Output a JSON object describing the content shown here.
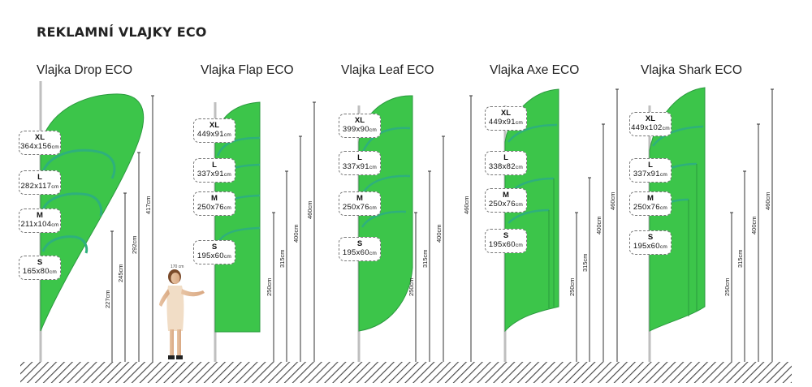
{
  "page": {
    "title": "REKLAMNÍ VLAJKY ECO"
  },
  "person": {
    "height_label": "170 cm"
  },
  "colors": {
    "flag_fill": "#3cc54a",
    "flag_edge": "#2a9a3e",
    "hem": "#2eb07c",
    "ground_hatch": "#444444"
  },
  "flags": [
    {
      "name": "Vlajka Drop ECO",
      "sizes": [
        {
          "size": "XL",
          "dim": "364x156",
          "unit": "cm"
        },
        {
          "size": "L",
          "dim": "282x117",
          "unit": "cm"
        },
        {
          "size": "M",
          "dim": "211x104",
          "unit": "cm"
        },
        {
          "size": "S",
          "dim": "165x80",
          "unit": "cm"
        }
      ],
      "heights": [
        "227cm",
        "245cm",
        "292cm",
        "417cm"
      ]
    },
    {
      "name": "Vlajka Flap ECO",
      "sizes": [
        {
          "size": "XL",
          "dim": "449x91",
          "unit": "cm"
        },
        {
          "size": "L",
          "dim": "337x91",
          "unit": "cm"
        },
        {
          "size": "M",
          "dim": "250x76",
          "unit": "cm"
        },
        {
          "size": "S",
          "dim": "195x60",
          "unit": "cm"
        }
      ],
      "heights": [
        "250cm",
        "315cm",
        "400cm",
        "460cm"
      ]
    },
    {
      "name": "Vlajka Leaf ECO",
      "sizes": [
        {
          "size": "XL",
          "dim": "399x90",
          "unit": "cm"
        },
        {
          "size": "L",
          "dim": "337x91",
          "unit": "cm"
        },
        {
          "size": "M",
          "dim": "250x76",
          "unit": "cm"
        },
        {
          "size": "S",
          "dim": "195x60",
          "unit": "cm"
        }
      ],
      "heights": [
        "250cm",
        "315cm",
        "400cm",
        "460cm"
      ]
    },
    {
      "name": "Vlajka Axe ECO",
      "sizes": [
        {
          "size": "XL",
          "dim": "449x91",
          "unit": "cm"
        },
        {
          "size": "L",
          "dim": "338x82",
          "unit": "cm"
        },
        {
          "size": "M",
          "dim": "250x76",
          "unit": "cm"
        },
        {
          "size": "S",
          "dim": "195x60",
          "unit": "cm"
        }
      ],
      "heights": [
        "250cm",
        "315cm",
        "400cm",
        "460cm"
      ]
    },
    {
      "name": "Vlajka Shark ECO",
      "sizes": [
        {
          "size": "XL",
          "dim": "449x102",
          "unit": "cm"
        },
        {
          "size": "L",
          "dim": "337x91",
          "unit": "cm"
        },
        {
          "size": "M",
          "dim": "250x76",
          "unit": "cm"
        },
        {
          "size": "S",
          "dim": "195x60",
          "unit": "cm"
        }
      ],
      "heights": [
        "250cm",
        "315cm",
        "400cm",
        "460cm"
      ]
    }
  ]
}
